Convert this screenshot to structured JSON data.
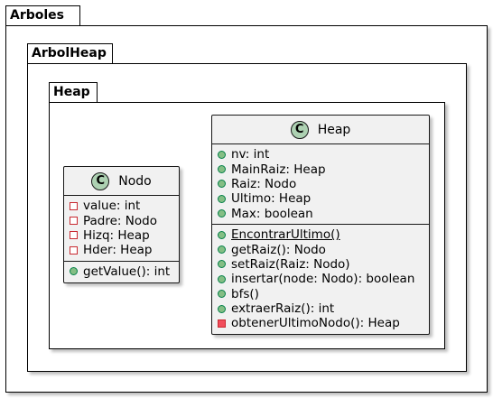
{
  "packages": {
    "outer": {
      "name": "Arboles"
    },
    "middle": {
      "name": "ArbolHeap"
    },
    "inner": {
      "name": "Heap"
    }
  },
  "classes": {
    "heap": {
      "name": "Heap",
      "icon": "C",
      "fields": [
        {
          "text": "nv: int",
          "visibility": "public"
        },
        {
          "text": "MainRaiz: Heap",
          "visibility": "public"
        },
        {
          "text": "Raiz: Nodo",
          "visibility": "public"
        },
        {
          "text": "Ultimo: Heap",
          "visibility": "public"
        },
        {
          "text": "Max: boolean",
          "visibility": "public"
        }
      ],
      "methods": [
        {
          "text": "EncontrarUltimo()",
          "visibility": "public",
          "static": true
        },
        {
          "text": "getRaiz(): Nodo",
          "visibility": "public"
        },
        {
          "text": "setRaiz(Raiz: Nodo)",
          "visibility": "public"
        },
        {
          "text": "insertar(node: Nodo): boolean",
          "visibility": "public"
        },
        {
          "text": "bfs()",
          "visibility": "public"
        },
        {
          "text": "extraerRaiz(): int",
          "visibility": "public"
        },
        {
          "text": "obtenerUltimoNodo(): Heap",
          "visibility": "private"
        }
      ]
    },
    "nodo": {
      "name": "Nodo",
      "icon": "C",
      "fields": [
        {
          "text": "value: int",
          "visibility": "private"
        },
        {
          "text": "Padre: Nodo",
          "visibility": "private"
        },
        {
          "text": "Hizq: Heap",
          "visibility": "private"
        },
        {
          "text": "Hder: Heap",
          "visibility": "private"
        }
      ],
      "methods": [
        {
          "text": "getValue(): int",
          "visibility": "public"
        }
      ]
    }
  }
}
